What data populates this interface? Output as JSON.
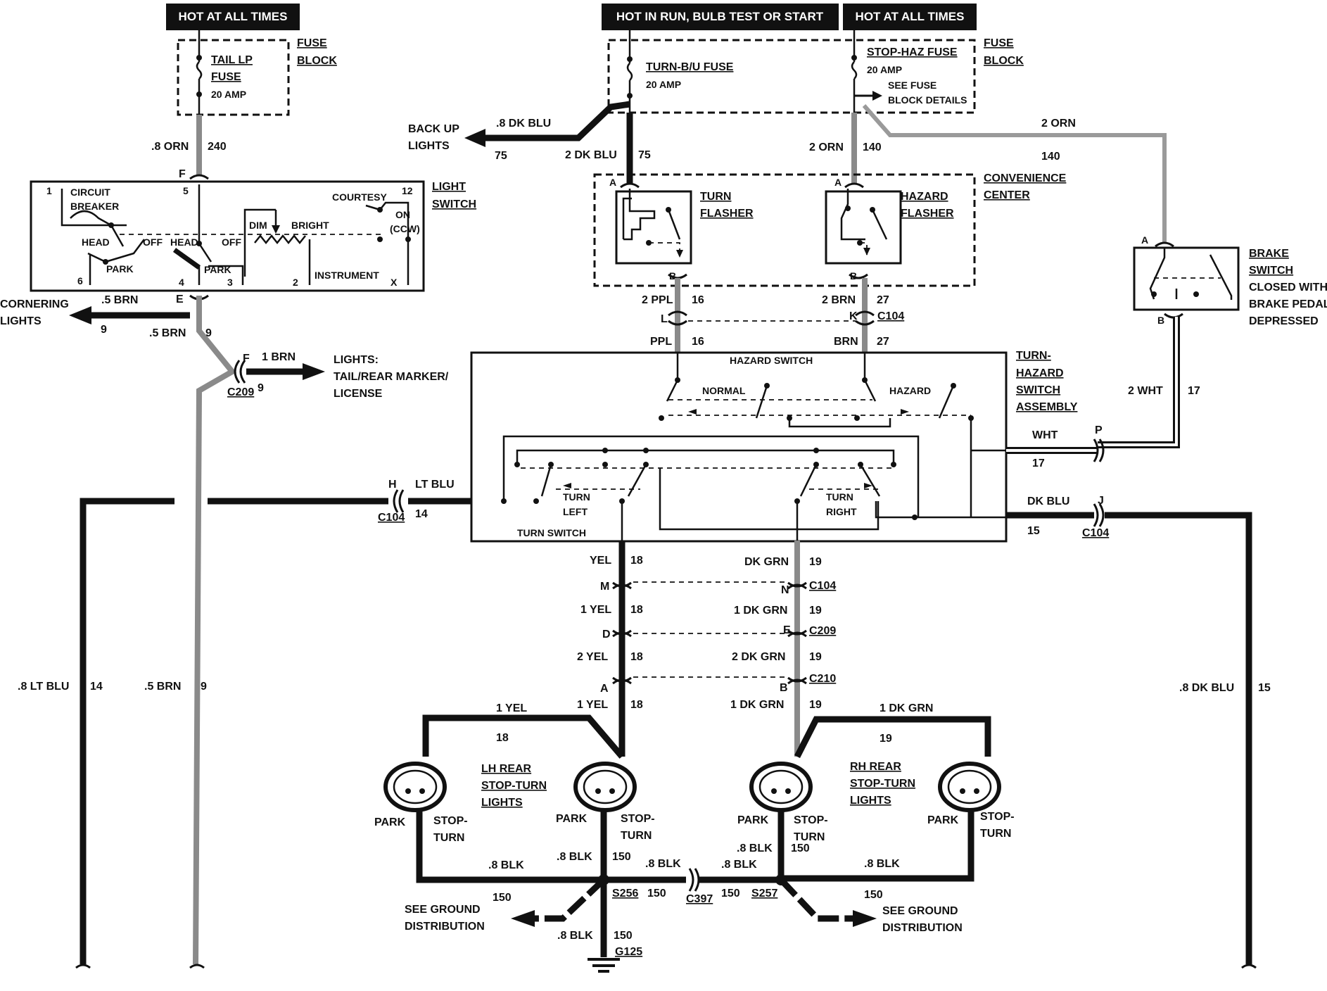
{
  "headers": {
    "left": "HOT AT ALL TIMES",
    "mid": "HOT IN RUN,  BULB TEST OR START",
    "right": "HOT AT ALL TIMES"
  },
  "fuses": {
    "tail": {
      "line1": "TAIL LP",
      "line2": "FUSE",
      "amp": "20 AMP"
    },
    "turn": {
      "name": "TURN-B/U FUSE",
      "amp": "20 AMP"
    },
    "stop": {
      "name": "STOP-HAZ FUSE",
      "amp": "20 AMP",
      "note1": "SEE FUSE",
      "note2": "BLOCK DETAILS"
    },
    "block1": "FUSE",
    "block2": "BLOCK"
  },
  "light_switch": {
    "title1": "LIGHT",
    "title2": "SWITCH",
    "circuit1": "CIRCUIT",
    "circuit2": "BREAKER",
    "courtesy": "COURTESY",
    "on": "ON",
    "ccw": "(CCW)",
    "dim": "DIM",
    "bright": "BRIGHT",
    "head1": "HEAD",
    "off1": "OFF",
    "head2": "HEAD",
    "off2": "OFF",
    "park1": "PARK",
    "park2": "PARK",
    "instrument": "INSTRUMENT",
    "pins": {
      "p1": "1",
      "p5": "5",
      "p12": "12",
      "p6": "6",
      "p4": "4",
      "p3": "3",
      "p2": "2",
      "px": "X",
      "pF": "F",
      "pE": "E"
    }
  },
  "wires": {
    "orn8": ".8 ORN",
    "n240": "240",
    "brn5a": ".5 BRN",
    "n9a": "9",
    "brn5b": ".5 BRN",
    "n9b": "9",
    "cornering1": "CORNERING",
    "cornering2": "LIGHTS",
    "n9c": "9",
    "f": "F",
    "brn1": "1 BRN",
    "c209": "C209",
    "n9d": "9",
    "lights1": "LIGHTS:",
    "lights2": "TAIL/REAR MARKER/",
    "lights3": "LICENSE",
    "backup1": "BACK UP",
    "backup2": "LIGHTS",
    "dkblu8": ".8 DK BLU",
    "n75a": "75",
    "dkblu2": "2 DK BLU",
    "n75b": "75",
    "orn2a": "2 ORN",
    "n140a": "140",
    "orn2b": "2 ORN",
    "n140b": "140",
    "ppl2": "2 PPL",
    "n16a": "16",
    "ppl": "PPL",
    "n16b": "16",
    "L": "L",
    "brn2": "2 BRN",
    "n27a": "27",
    "brn": "BRN",
    "n27b": "27",
    "K": "K",
    "c104a": "C104",
    "H": "H",
    "ltblu": "LT BLU",
    "c104b": "C104",
    "n14a": "14",
    "wht2": "2 WHT",
    "n17a": "17",
    "wht": "WHT",
    "n17b": "17",
    "P": "P",
    "dkblu": "DK BLU",
    "J": "J",
    "n15a": "15",
    "c104c": "C104",
    "ltblu8": ".8 LT BLU",
    "n14b": "14",
    "brn5c": ".5 BRN",
    "n9e": "9",
    "dkblu8b": ".8 DK BLU",
    "n15b": "15",
    "yel": "YEL",
    "n18a": "18",
    "M": "M",
    "yel1": "1 YEL",
    "n18b": "18",
    "D": "D",
    "yel2": "2 YEL",
    "n18c": "18",
    "A2": "A",
    "yel1b": "1 YEL",
    "n18d": "18",
    "yel1c": "1 YEL",
    "n18e": "18",
    "dkgrn": "DK GRN",
    "n19a": "19",
    "N": "N",
    "c104d": "C104",
    "dkgrn1": "1 DK GRN",
    "n19b": "19",
    "E": "E",
    "c209b": "C209",
    "dkgrn2": "2 DK GRN",
    "n19c": "19",
    "B2": "B",
    "c210": "C210",
    "dkgrn1b": "1 DK GRN",
    "n19d": "19",
    "dkgrn1c": "1 DK GRN",
    "n19e": "19"
  },
  "convenience": {
    "title1": "CONVENIENCE",
    "title2": "CENTER",
    "turn1": "TURN",
    "turn2": "FLASHER",
    "haz1": "HAZARD",
    "haz2": "FLASHER",
    "A1": "A",
    "B1": "B",
    "A2": "A",
    "B2": "B"
  },
  "brake": {
    "title1": "BRAKE",
    "title2": "SWITCH",
    "note1": "CLOSED WITH",
    "note2": "BRAKE PEDAL",
    "note3": "DEPRESSED",
    "A": "A",
    "B": "B"
  },
  "turn_hazard": {
    "title1": "TURN-",
    "title2": "HAZARD",
    "title3": "SWITCH",
    "title4": "ASSEMBLY",
    "hazard_switch": "HAZARD SWITCH",
    "normal": "NORMAL",
    "hazard": "HAZARD",
    "turn_left1": "TURN",
    "turn_left2": "LEFT",
    "turn_right1": "TURN",
    "turn_right2": "RIGHT",
    "turn_switch": "TURN SWITCH"
  },
  "lamps": {
    "lh1": "LH REAR",
    "lh2": "STOP-TURN",
    "lh3": "LIGHTS",
    "rh1": "RH REAR",
    "rh2": "STOP-TURN",
    "rh3": "LIGHTS",
    "park": "PARK",
    "stop": "STOP-",
    "turn": "TURN"
  },
  "ground": {
    "blk8": ".8 BLK",
    "n150": "150",
    "s256": "S256",
    "s257": "S257",
    "c397": "C397",
    "g125": "G125",
    "see1": "SEE GROUND",
    "see2": "DISTRIBUTION"
  }
}
